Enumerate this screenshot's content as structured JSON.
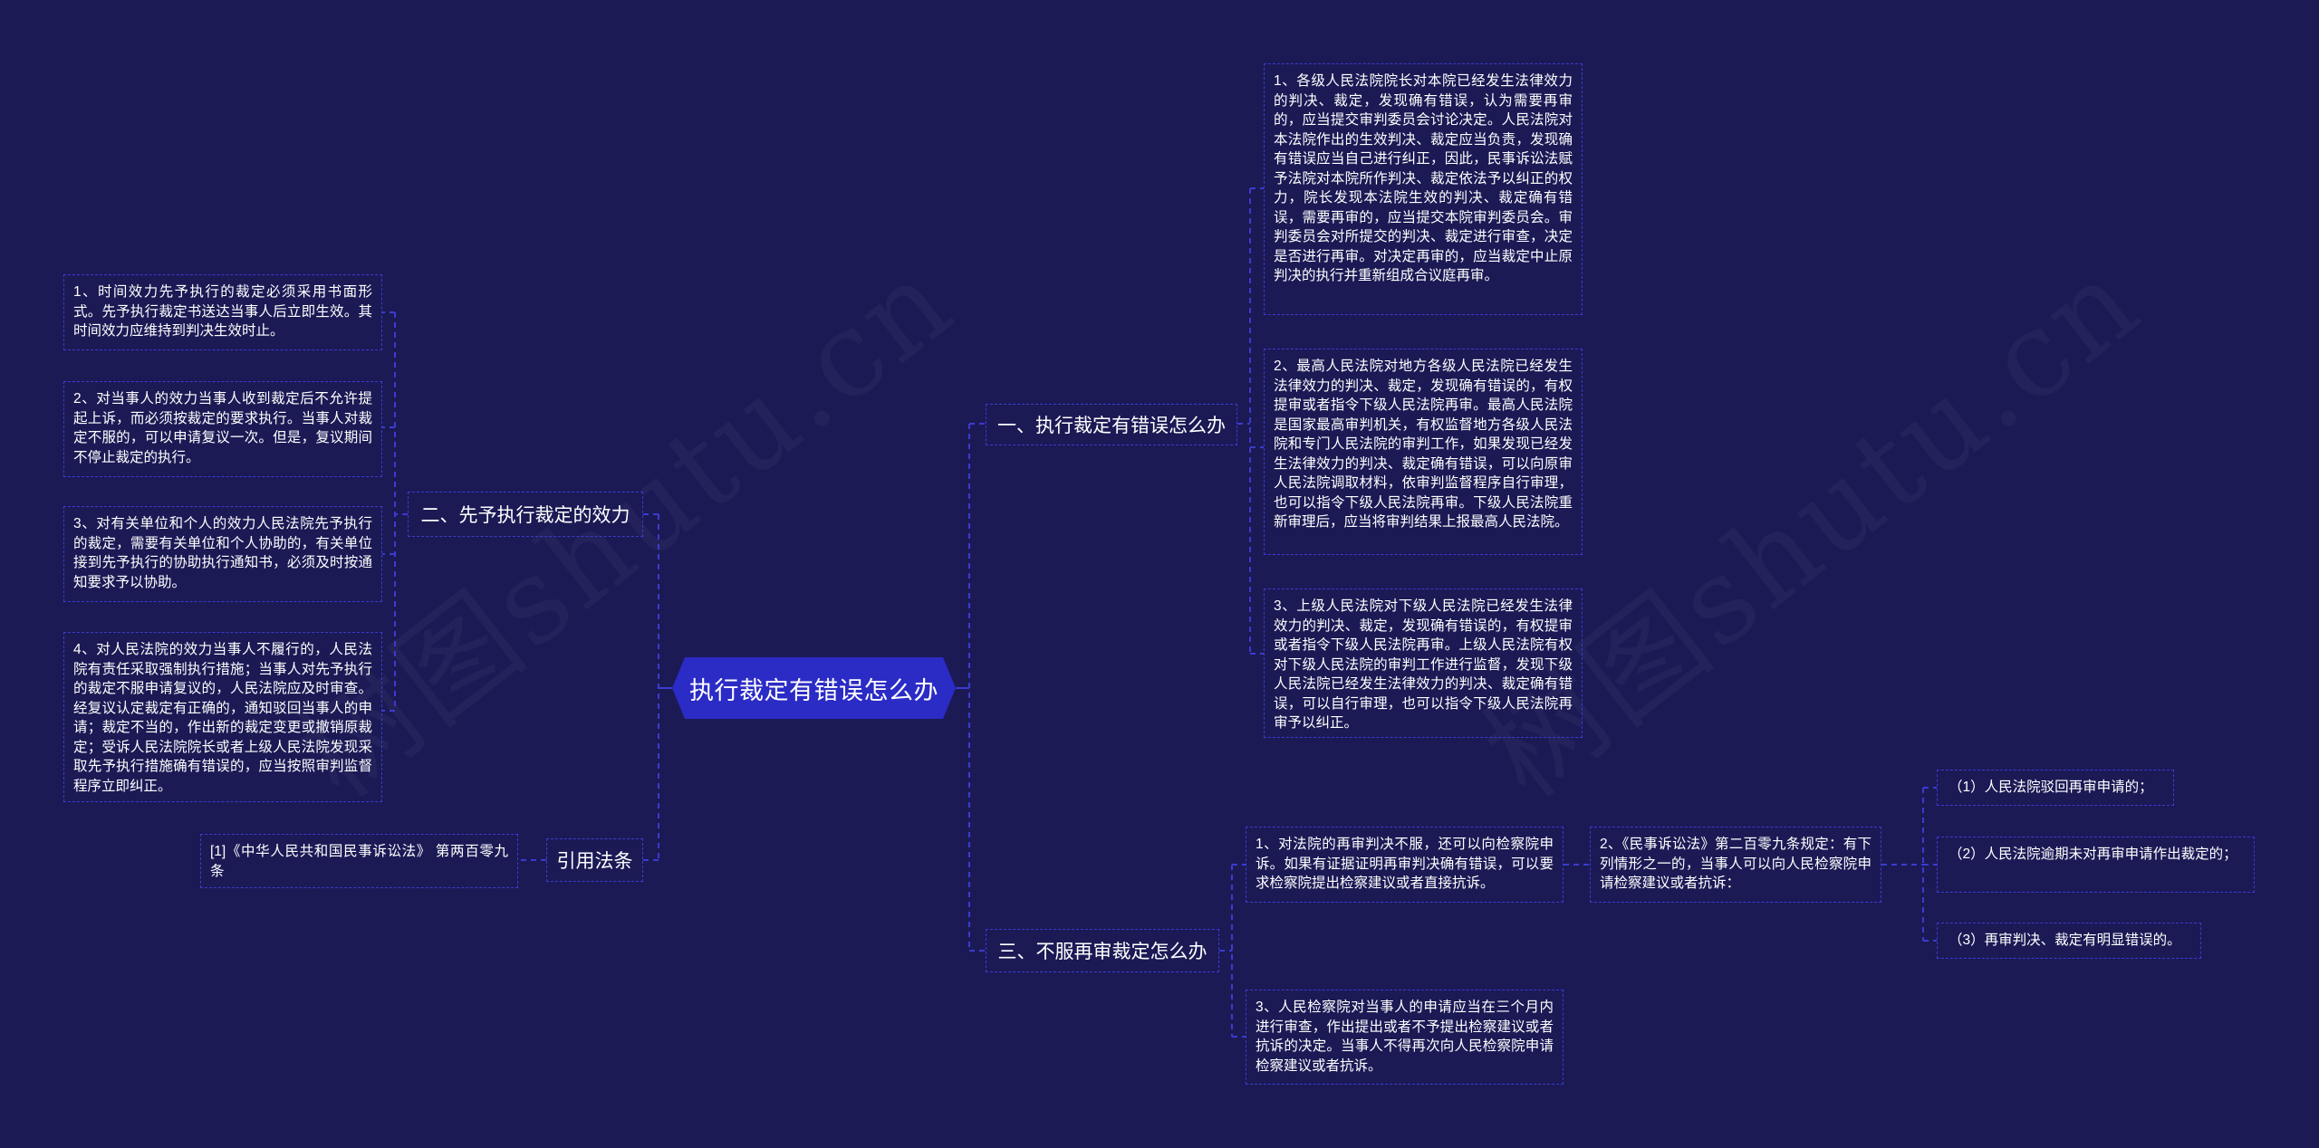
{
  "colors": {
    "background": "#1b1a55",
    "root_fill": "#2b2bc6",
    "border": "#3b3bd0",
    "text": "#ffffff"
  },
  "watermark": "树图shutu.cn",
  "root": {
    "label": "执行裁定有错误怎么办"
  },
  "branches": {
    "b1": {
      "label": "一、执行裁定有错误怎么办",
      "children": [
        "1、各级人民法院院长对本院已经发生法律效力的判决、裁定，发现确有错误，认为需要再审的，应当提交审判委员会讨论决定。人民法院对本法院作出的生效判决、裁定应当负责，发现确有错误应当自己进行纠正，因此，民事诉讼法赋予法院对本院所作判决、裁定依法予以纠正的权力，院长发现本法院生效的判决、裁定确有错误，需要再审的，应当提交本院审判委员会。审判委员会对所提交的判决、裁定进行审查，决定是否进行再审。对决定再审的，应当裁定中止原判决的执行并重新组成合议庭再审。",
        "2、最高人民法院对地方各级人民法院已经发生法律效力的判决、裁定，发现确有错误的，有权提审或者指令下级人民法院再审。最高人民法院是国家最高审判机关，有权监督地方各级人民法院和专门人民法院的审判工作，如果发现已经发生法律效力的判决、裁定确有错误，可以向原审人民法院调取材料，依审判监督程序自行审理，也可以指令下级人民法院再审。下级人民法院重新审理后，应当将审判结果上报最高人民法院。",
        "3、上级人民法院对下级人民法院已经发生法律效力的判决、裁定，发现确有错误的，有权提审或者指令下级人民法院再审。上级人民法院有权对下级人民法院的审判工作进行监督，发现下级人民法院已经发生法律效力的判决、裁定确有错误，可以自行审理，也可以指令下级人民法院再审予以纠正。"
      ]
    },
    "b2": {
      "label": "二、先予执行裁定的效力",
      "children": [
        "1、时间效力先予执行的裁定必须采用书面形式。先予执行裁定书送达当事人后立即生效。其时间效力应维持到判决生效时止。",
        "2、对当事人的效力当事人收到裁定后不允许提起上诉，而必须按裁定的要求执行。当事人对裁定不服的，可以申请复议一次。但是，复议期间不停止裁定的执行。",
        "3、对有关单位和个人的效力人民法院先予执行的裁定，需要有关单位和个人协助的，有关单位接到先予执行的协助执行通知书，必须及时按通知要求予以协助。",
        "4、对人民法院的效力当事人不履行的，人民法院有责任采取强制执行措施；当事人对先予执行的裁定不服申请复议的，人民法院应及时审查。经复议认定裁定有正确的，通知驳回当事人的申请；裁定不当的，作出新的裁定变更或撤销原裁定；受诉人民法院院长或者上级人民法院发现采取先予执行措施确有错误的，应当按照审判监督程序立即纠正。"
      ]
    },
    "b3": {
      "label": "三、不服再审裁定怎么办",
      "children": [
        "1、对法院的再审判决不服，还可以向检察院申诉。如果有证据证明再审判决确有错误，可以要求检察院提出检察建议或者直接抗诉。",
        "2、《民事诉讼法》第二百零九条规定：有下列情形之一的，当事人可以向人民检察院申请检察建议或者抗诉：",
        "3、人民检察院对当事人的申请应当在三个月内进行审查，作出提出或者不予提出检察建议或者抗诉的决定。当事人不得再次向人民检察院申请检察建议或者抗诉。"
      ],
      "sub_children": [
        "（1）人民法院驳回再审申请的；",
        "（2）人民法院逾期未对再审申请作出裁定的；",
        "（3）再审判决、裁定有明显错误的。"
      ]
    },
    "b4": {
      "label": "引用法条",
      "children": [
        "[1]《中华人民共和国民事诉讼法》 第两百零九条"
      ]
    }
  }
}
